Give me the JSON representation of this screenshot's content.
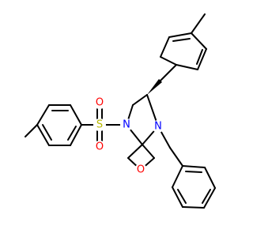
{
  "molecule": {
    "atoms": {
      "n1": {
        "symbol": "N",
        "color": "#0000FF"
      },
      "n2": {
        "symbol": "N",
        "color": "#0000FF"
      },
      "s": {
        "symbol": "S",
        "color": "#B8B800"
      },
      "o1": {
        "symbol": "O",
        "color": "#FF0000"
      },
      "o2": {
        "symbol": "O",
        "color": "#FF0000"
      },
      "o3": {
        "symbol": "O",
        "color": "#FF0000"
      }
    },
    "bond_color": "#000000",
    "background": "#FFFFFF"
  }
}
